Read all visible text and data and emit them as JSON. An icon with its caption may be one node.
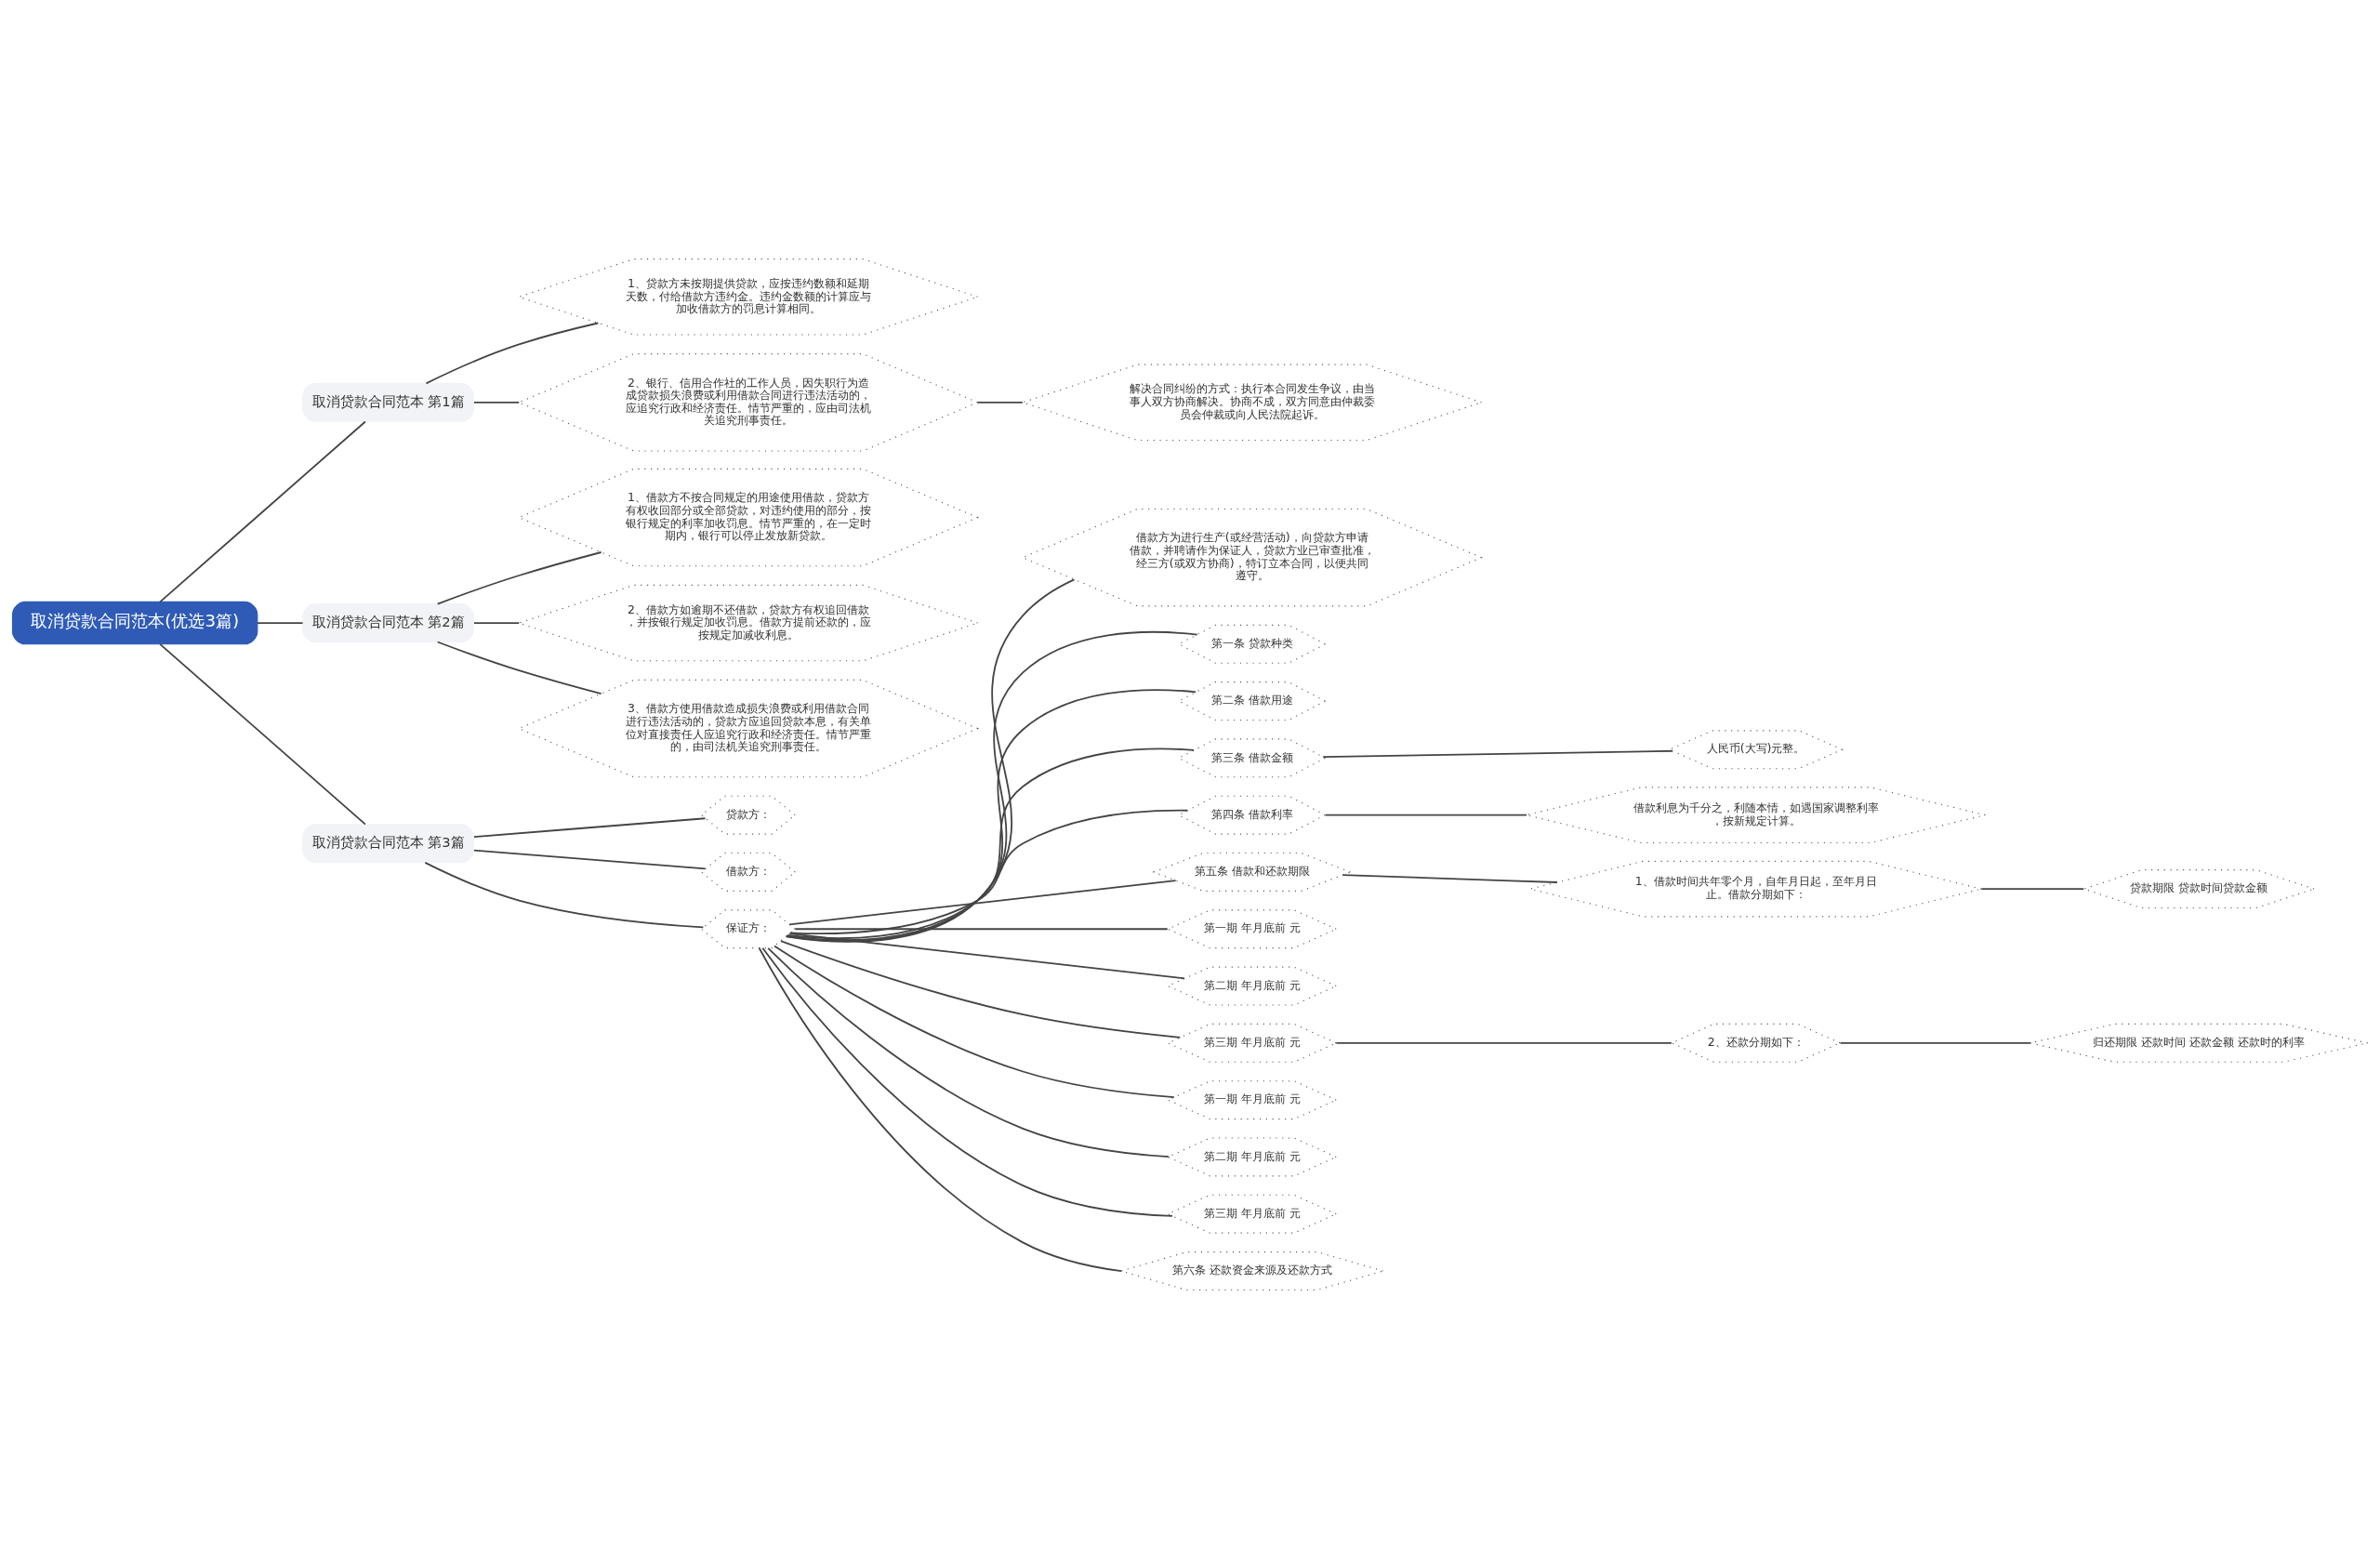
{
  "diagram": {
    "nodes": [
      {
        "text": [
          "取消贷款合同范本(优选3篇)"
        ]
      },
      {
        "text": [
          "取消贷款合同范本 第1篇"
        ]
      },
      {
        "text": [
          "1、贷款方未按期提供贷款，应按违约数额和延期天数，付给借款方违约金。违约金数额的计算应与加收借款方的罚息计算相同。"
        ]
      },
      {
        "text": [
          "2、银行、信用合作社的工作人员，因失职行为造成贷款损失浪费或利用借款合同进行违法活动的，应追究行政和经济责任。情节严重的，应由司法机关追究刑事责任。"
        ]
      },
      {
        "text": [
          "解决合同纠纷的方式：执行本合同发生争议，由当事人双方协商解决。协商不成，双方同意由仲裁委员会仲裁或向人民法院起诉。"
        ]
      },
      {
        "text": [
          "取消贷款合同范本 第2篇"
        ]
      },
      {
        "text": [
          "1、借款方不按合同规定的用途使用借款，贷款方有权收回部分或全部贷款，对违约使用的部分，按银行规定的利率加收罚息。情节严重的，在一定时期内，银行可以停止发放新贷款。"
        ]
      },
      {
        "text": [
          "2、借款方如逾期不还借款，贷款方有权追回借款，并按银行规定加收罚息。借款方提前还款的，应按规定加减收利息。"
        ]
      },
      {
        "text": [
          "3、借款方使用借款造成损失浪费或利用借款合同进行违法活动的，贷款方应追回贷款本息，有关单位对直接责任人应追究行政和经济责任。情节严重的，由司法机关追究刑事责任。"
        ]
      },
      {
        "text": [
          "取消贷款合同范本 第3篇"
        ]
      },
      {
        "text": [
          "贷款方："
        ]
      },
      {
        "text": [
          "借款方："
        ]
      },
      {
        "text": [
          "保证方："
        ]
      },
      {
        "text": [
          "借款方为进行生产(或经营活动)，向贷款方申请借款，并聘请作为保证人，贷款方业已审查批准，经三方(或双方协商)，特订立本合同，以便共同遵守。"
        ]
      },
      {
        "text": [
          "第一条 贷款种类"
        ]
      },
      {
        "text": [
          "第二条 借款用途"
        ]
      },
      {
        "text": [
          "第三条 借款金额"
        ]
      },
      {
        "text": [
          "人民币(大写)元整。"
        ]
      },
      {
        "text": [
          "第四条 借款利率"
        ]
      },
      {
        "text": [
          "借款利息为千分之，利随本情，如遇国家调整利率，按新规定计算。"
        ]
      },
      {
        "text": [
          "第五条 借款和还款期限"
        ]
      },
      {
        "text": [
          "1、借款时间共年零个月，自年月日起，至年月日止。借款分期如下："
        ]
      },
      {
        "text": [
          "贷款期限 贷款时间贷款金额"
        ]
      },
      {
        "text": [
          "第一期 年月底前 元"
        ]
      },
      {
        "text": [
          "第二期 年月底前 元"
        ]
      },
      {
        "text": [
          "第三期 年月底前 元"
        ]
      },
      {
        "text": [
          "2、还款分期如下："
        ]
      },
      {
        "text": [
          "归还期限 还款时间 还款金额 还款时的利率"
        ]
      },
      {
        "text": [
          "第一期 年月底前 元"
        ]
      },
      {
        "text": [
          "第二期 年月底前 元"
        ]
      },
      {
        "text": [
          "第三期 年月底前 元"
        ]
      },
      {
        "text": [
          "第六条 还款资金来源及还款方式"
        ]
      }
    ],
    "edges": [
      {
        "from": 0,
        "to": 1,
        "arrow": "none"
      },
      {
        "from": 1,
        "to": 2,
        "arrow": "none"
      },
      {
        "from": 1,
        "to": 3,
        "arrow": "none"
      },
      {
        "from": 3,
        "to": 4,
        "arrow": "none"
      },
      {
        "from": 0,
        "to": 5,
        "arrow": "none"
      },
      {
        "from": 5,
        "to": 6,
        "arrow": "none"
      },
      {
        "from": 5,
        "to": 7,
        "arrow": "none"
      },
      {
        "from": 5,
        "to": 8,
        "arrow": "none"
      },
      {
        "from": 0,
        "to": 9,
        "arrow": "none"
      },
      {
        "from": 9,
        "to": 10,
        "arrow": "none"
      },
      {
        "from": 9,
        "to": 11,
        "arrow": "none"
      },
      {
        "from": 9,
        "to": 12,
        "arrow": "none"
      },
      {
        "from": 12,
        "to": 13,
        "arrow": "none"
      },
      {
        "from": 12,
        "to": 14,
        "arrow": "none"
      },
      {
        "from": 12,
        "to": 15,
        "arrow": "none"
      },
      {
        "from": 12,
        "to": 16,
        "arrow": "none"
      },
      {
        "from": 16,
        "to": 17,
        "arrow": "none"
      },
      {
        "from": 12,
        "to": 18,
        "arrow": "none"
      },
      {
        "from": 18,
        "to": 19,
        "arrow": "none"
      },
      {
        "from": 12,
        "to": 20,
        "arrow": "none"
      },
      {
        "from": 20,
        "to": 21,
        "arrow": "none"
      },
      {
        "from": 21,
        "to": 22,
        "arrow": "none"
      },
      {
        "from": 12,
        "to": 23,
        "arrow": "none"
      },
      {
        "from": 12,
        "to": 24,
        "arrow": "none"
      },
      {
        "from": 12,
        "to": 25,
        "arrow": "none"
      },
      {
        "from": 25,
        "to": 26,
        "arrow": "none"
      },
      {
        "from": 26,
        "to": 27,
        "arrow": "none"
      },
      {
        "from": 12,
        "to": 28,
        "arrow": "none"
      },
      {
        "from": 12,
        "to": 29,
        "arrow": "none"
      },
      {
        "from": 12,
        "to": 30,
        "arrow": "none"
      },
      {
        "from": 12,
        "to": 31,
        "arrow": "none"
      }
    ]
  }
}
